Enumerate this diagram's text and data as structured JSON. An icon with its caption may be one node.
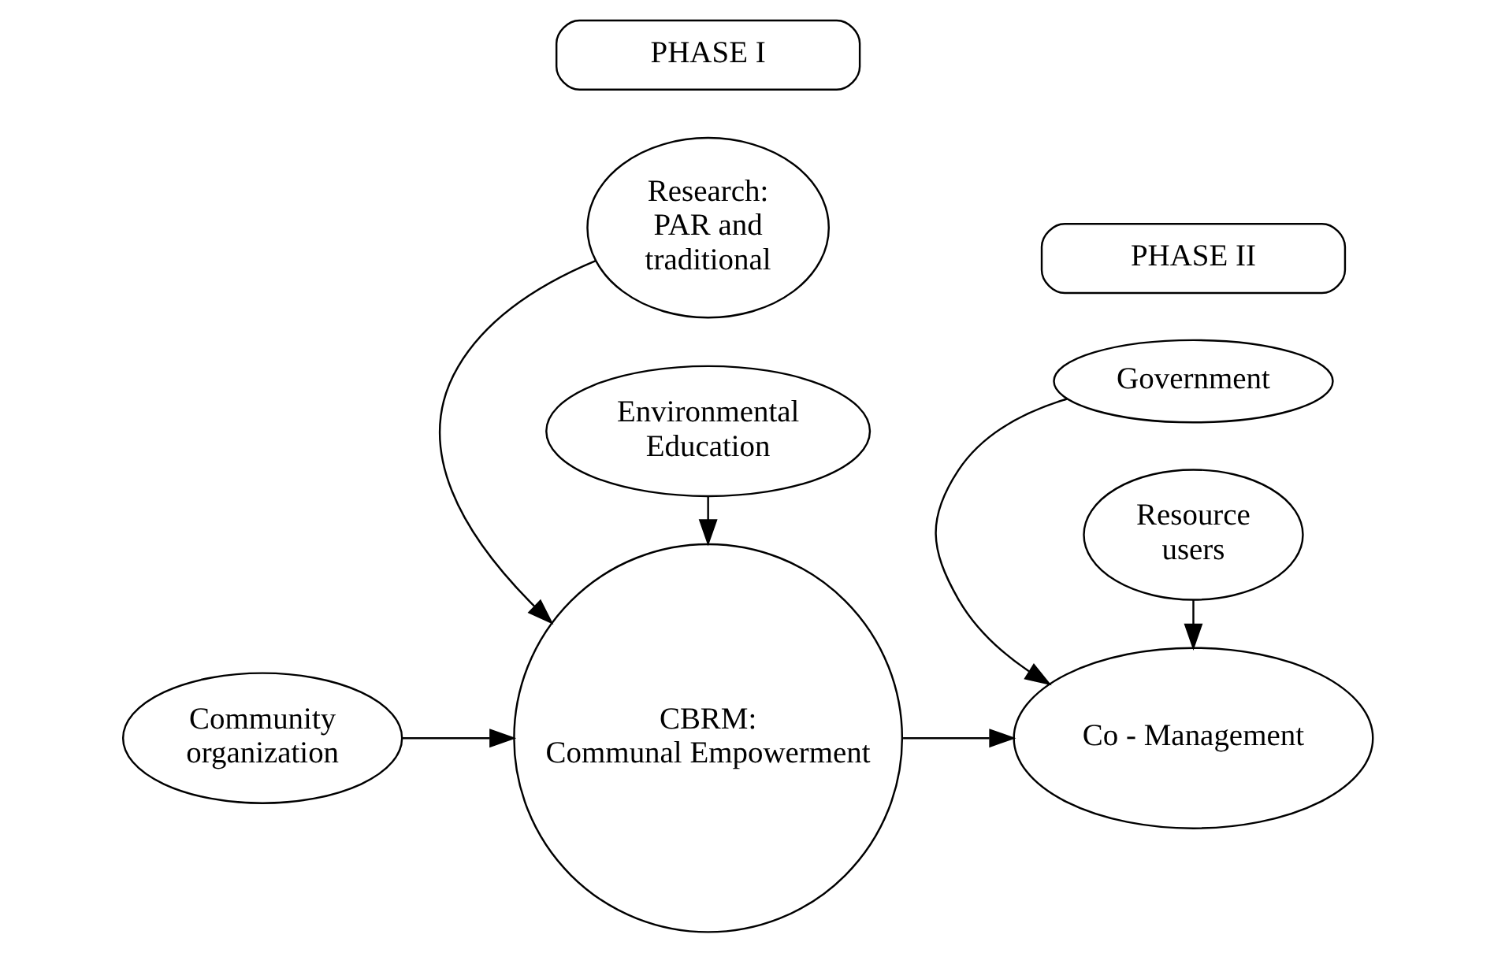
{
  "diagram": {
    "nodes": [
      {
        "text": [
          "PHASE I"
        ]
      },
      {
        "text": [
          "PHASE II"
        ]
      },
      {
        "text": [
          "Research: PAR and traditional"
        ]
      },
      {
        "text": [
          "Government"
        ]
      },
      {
        "text": [
          "Community organization"
        ]
      },
      {
        "text": [
          "CBRM: Communal Empowerment"
        ]
      },
      {
        "text": [
          "Co - Management"
        ]
      },
      {
        "text": [
          "Environmental Education"
        ]
      },
      {
        "text": [
          "Resource users"
        ]
      }
    ],
    "edges": [
      {
        "from": 2,
        "to": 5,
        "arrow": "to"
      },
      {
        "from": 4,
        "to": 5,
        "arrow": "to"
      },
      {
        "from": 7,
        "to": 5,
        "arrow": "to"
      },
      {
        "from": 5,
        "to": 6,
        "arrow": "to"
      },
      {
        "from": 3,
        "to": 6,
        "arrow": "to"
      },
      {
        "from": 8,
        "to": 6,
        "arrow": "to"
      }
    ]
  }
}
